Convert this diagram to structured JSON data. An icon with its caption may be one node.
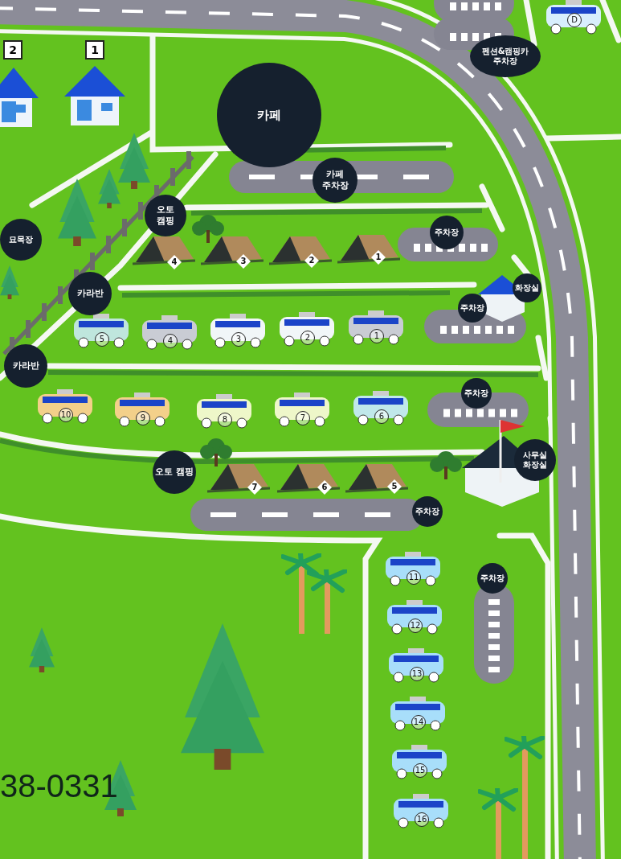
{
  "diagram": {
    "nodes": [
      {
        "text": [
          "카페"
        ]
      },
      {
        "text": [
          "펜션&캠핑카 주차장"
        ]
      },
      {
        "text": [
          "카페 주차장"
        ]
      },
      {
        "text": [
          "오토 캠핑"
        ]
      },
      {
        "text": [
          "주차장"
        ]
      },
      {
        "text": [
          "묘목장"
        ]
      },
      {
        "text": [
          "카라반"
        ]
      },
      {
        "text": [
          "화장실"
        ]
      },
      {
        "text": [
          "주차장"
        ]
      },
      {
        "text": [
          "카라반"
        ]
      },
      {
        "text": [
          "주차장"
        ]
      },
      {
        "text": [
          "오토 캠핑"
        ]
      },
      {
        "text": [
          "사무실 화장실"
        ]
      },
      {
        "text": [
          "주차장"
        ]
      },
      {
        "text": [
          "주차장"
        ]
      }
    ],
    "labels": [
      "2",
      "1",
      "D",
      "4",
      "3",
      "2",
      "1",
      "5",
      "4",
      "3",
      "2",
      "1",
      "10",
      "9",
      "8",
      "7",
      "6",
      "7",
      "6",
      "5",
      "11",
      "12",
      "13",
      "14",
      "15",
      "16",
      "38-0331"
    ]
  }
}
